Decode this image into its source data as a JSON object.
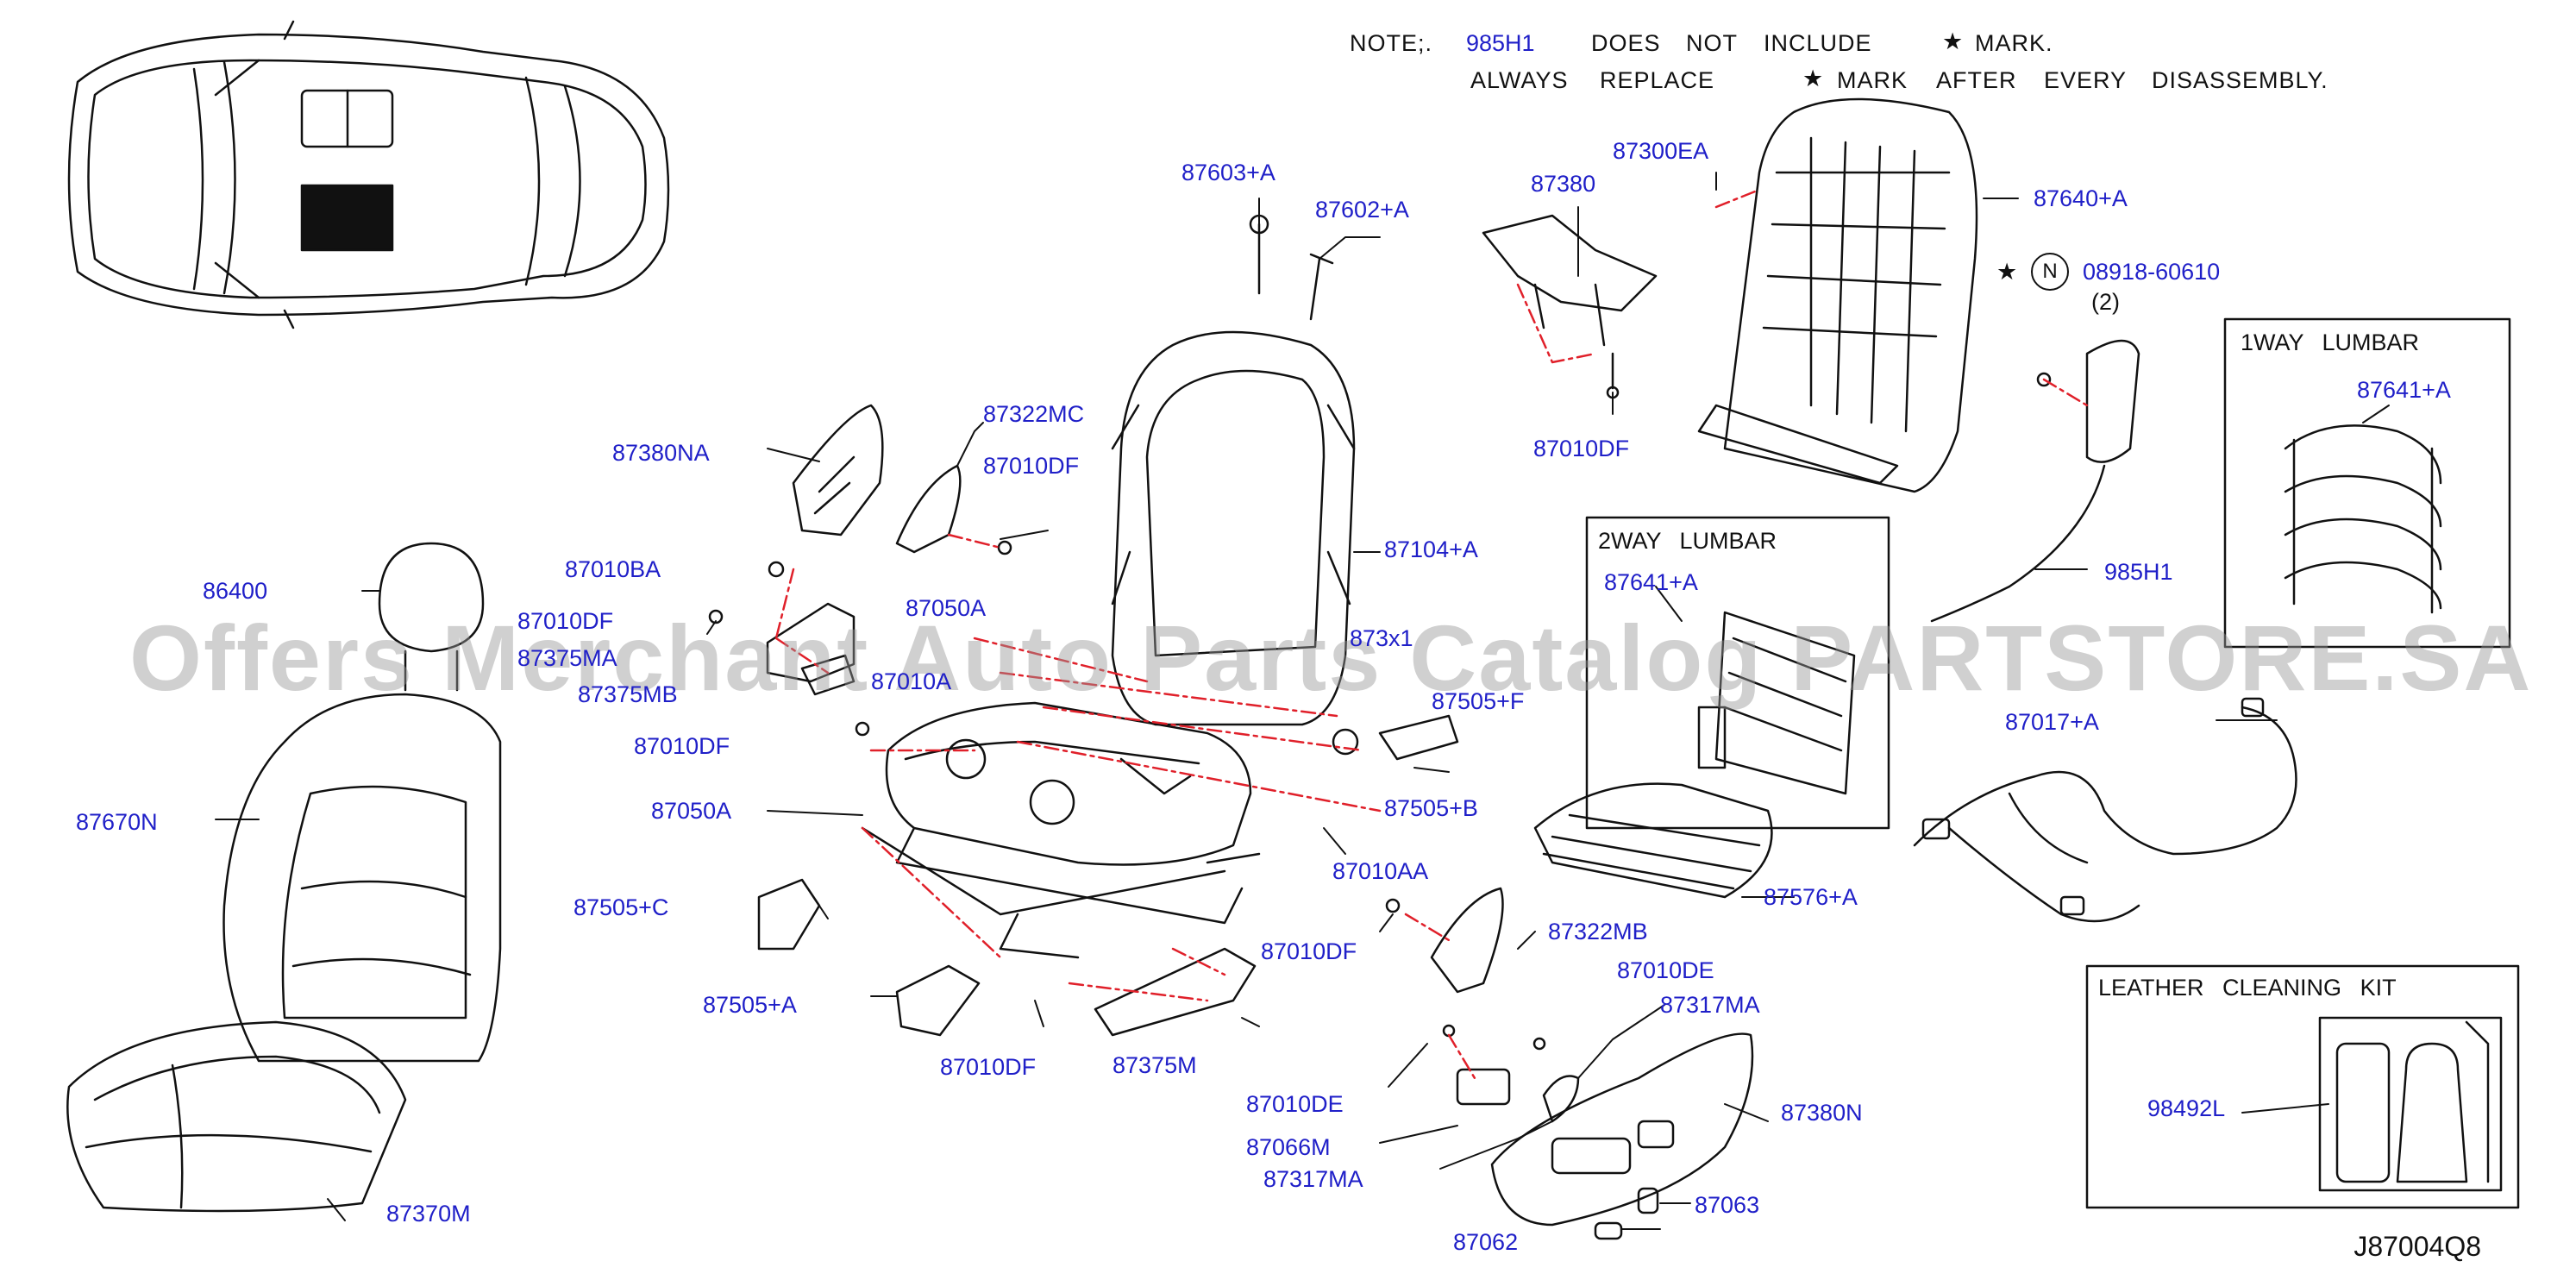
{
  "note": {
    "line1": [
      "NOTE;.",
      "985H1",
      "DOES",
      "NOT",
      "INCLUDE",
      "★",
      "MARK."
    ],
    "line2": [
      "ALWAYS",
      "REPLACE",
      "★",
      "MARK",
      "AFTER",
      "EVERY",
      "DISASSEMBLY."
    ],
    "highlight_color": "#1f1fc8"
  },
  "colors": {
    "label": "#1f1fc8",
    "leader_dash": "#e0202a",
    "line": "#111111"
  },
  "boxes": {
    "way1_lumbar": "1WAY LUMBAR",
    "way2_lumbar": "2WAY LUMBAR",
    "cleaning_kit": "LEATHER CLEANING KIT"
  },
  "labels": {
    "p87603A": "87603+A",
    "p87602A": "87602+A",
    "p87380": "87380",
    "p87300EA": "87300EA",
    "p87640A": "87640+A",
    "p08918": "08918-60610",
    "qty2": "(2)",
    "circleN": "N",
    "star": "★",
    "p87010DF_top": "87010DF",
    "p87380NA": "87380NA",
    "p87322MC": "87322MC",
    "p87010DF_a": "87010DF",
    "p87104A": "87104+A",
    "p87641A_1": "87641+A",
    "p87641A_2": "87641+A",
    "p86400": "86400",
    "p87010BA": "87010BA",
    "p87010DF_b": "87010DF",
    "p87375MA": "87375MA",
    "p87375MB": "87375MB",
    "p87050A_a": "87050A",
    "p87010A": "87010A",
    "p873x1": "873x1",
    "p87505F": "87505+F",
    "p985H1": "985H1",
    "p87010DF_c": "87010DF",
    "p87017A": "87017+A",
    "p87670N": "87670N",
    "p87050A_b": "87050A",
    "p87505B": "87505+B",
    "p87010AA": "87010AA",
    "p87576A": "87576+A",
    "p87505C": "87505+C",
    "p87322MB": "87322MB",
    "p87010DF_d": "87010DF",
    "p87505A": "87505+A",
    "p87010DF_e": "87010DF",
    "p87375M": "87375M",
    "p87010DE_a": "87010DE",
    "p87317MA_a": "87317MA",
    "p87010DE_b": "87010DE",
    "p87066M": "87066M",
    "p87317MA_b": "87317MA",
    "p87380N": "87380N",
    "p87370M": "87370M",
    "p87063": "87063",
    "p87062": "87062",
    "p98492L": "98492L"
  },
  "watermark": "Offers Merchant Auto Parts Catalog PARTSTORE.SA",
  "diagram_id": "J87004Q8"
}
